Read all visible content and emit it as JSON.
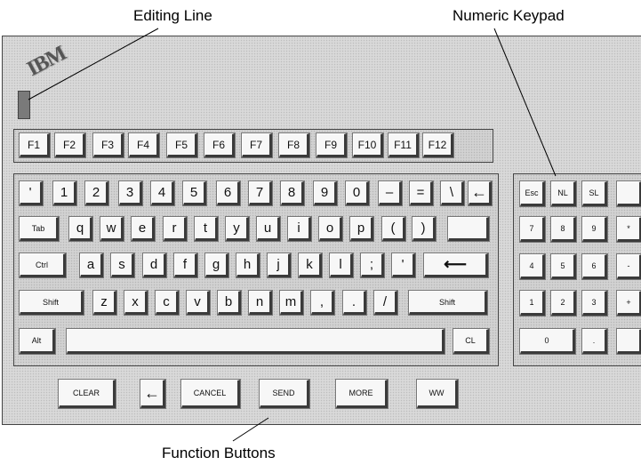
{
  "callouts": {
    "editing_line": "Editing Line",
    "numeric_keypad": "Numeric Keypad",
    "function_buttons": "Function Buttons"
  },
  "logo_text": "IBM",
  "keys": {
    "function_row": [
      "F1",
      "F2",
      "F3",
      "F4",
      "F5",
      "F6",
      "F7",
      "F8",
      "F9",
      "F10",
      "F11",
      "F12"
    ],
    "number_row": [
      "'",
      "1",
      "2",
      "3",
      "4",
      "5",
      "6",
      "7",
      "8",
      "9",
      "0",
      "–",
      "=",
      "\\",
      "←"
    ],
    "qwerty_row": [
      "Tab",
      "q",
      "w",
      "e",
      "r",
      "t",
      "y",
      "u",
      "i",
      "o",
      "p",
      "(",
      ")",
      ""
    ],
    "home_row": [
      "Ctrl",
      "a",
      "s",
      "d",
      "f",
      "g",
      "h",
      "j",
      "k",
      "l",
      ";",
      "'",
      "⟵"
    ],
    "shift_row": [
      "Shift",
      "z",
      "x",
      "c",
      "v",
      "b",
      "n",
      "m",
      ",",
      ".",
      "/",
      "Shift"
    ],
    "bottom_row": [
      "Alt",
      "",
      "CL"
    ],
    "keypad_rows": [
      [
        "Esc",
        "NL",
        "SL",
        ""
      ],
      [
        "7",
        "8",
        "9",
        "*"
      ],
      [
        "4",
        "5",
        "6",
        "-"
      ],
      [
        "1",
        "2",
        "3",
        "+"
      ],
      [
        "0",
        ".",
        ""
      ]
    ],
    "function_buttons": [
      "CLEAR",
      "←",
      "CANCEL",
      "SEND",
      "MORE",
      "WW"
    ]
  },
  "colors": {
    "panel": "#d9d9d9",
    "key_face": "#f7f7f7",
    "key_shadow": "#3b3b3b",
    "edit_line": "#7a7a7a"
  }
}
